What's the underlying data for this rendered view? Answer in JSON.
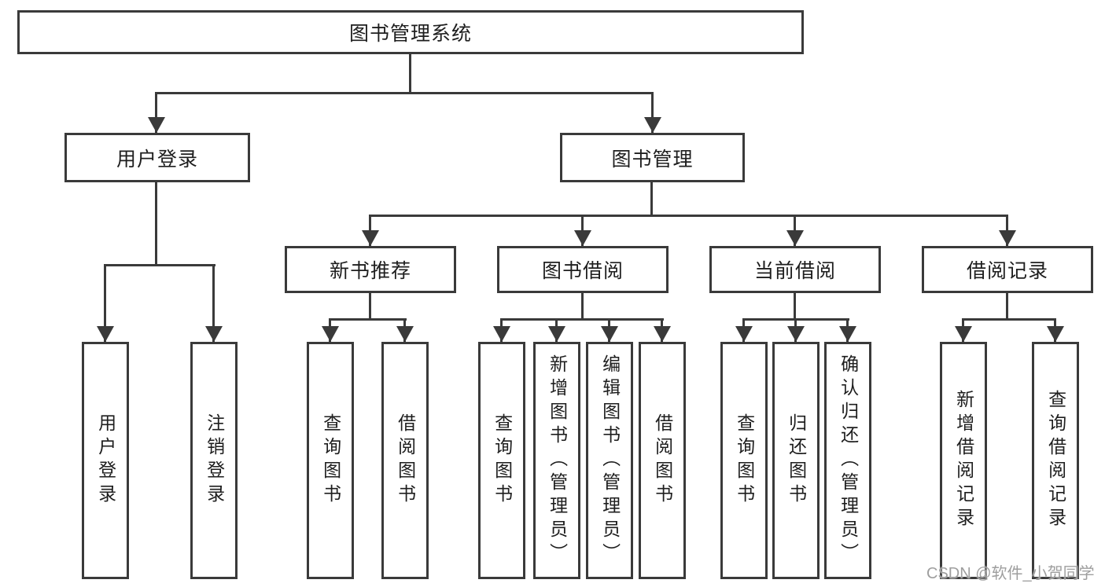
{
  "tree": {
    "root": {
      "label": "图书管理系统"
    },
    "branches": [
      {
        "label": "用户登录",
        "children": [
          {
            "label": "用户登录"
          },
          {
            "label": "注销登录"
          }
        ]
      },
      {
        "label": "图书管理",
        "children": [
          {
            "label": "新书推荐",
            "children": [
              {
                "label": "查询图书"
              },
              {
                "label": "借阅图书"
              }
            ]
          },
          {
            "label": "图书借阅",
            "children": [
              {
                "label": "查询图书"
              },
              {
                "label": "新增图书（管理员）"
              },
              {
                "label": "编辑图书（管理员）"
              },
              {
                "label": "借阅图书"
              }
            ]
          },
          {
            "label": "当前借阅",
            "children": [
              {
                "label": "查询图书"
              },
              {
                "label": "归还图书"
              },
              {
                "label": "确认归还（管理员）"
              }
            ]
          },
          {
            "label": "借阅记录",
            "children": [
              {
                "label": "新增借阅记录"
              },
              {
                "label": "查询借阅记录"
              }
            ]
          }
        ]
      }
    ]
  },
  "watermark": "CSDN @软件_小贺同学",
  "colors": {
    "line": "#3a3a3a",
    "text": "#1e1e1e",
    "watermark": "#9e9e9e",
    "background": "#ffffff"
  }
}
